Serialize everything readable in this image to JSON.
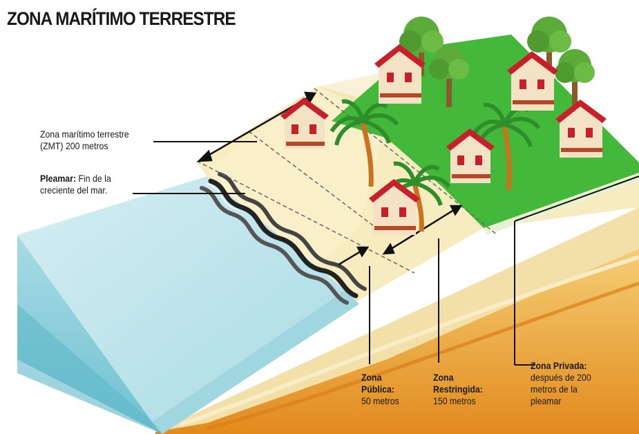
{
  "title": "ZONA MARÍTIMO TERRESTRE",
  "labels": {
    "zmt": {
      "line1": "Zona marítimo terrestre",
      "line2": "(ZMT) 200 metros"
    },
    "pleamar": {
      "term": "Pleamar:",
      "line1_rest": " Fin de la",
      "line2": "creciente del mar."
    },
    "publica": {
      "line1": "Zona",
      "line2": "Pública:",
      "line3": "50 metros"
    },
    "restringida": {
      "line1": "Zona",
      "line2": "Restringida:",
      "line3": "150 metros"
    },
    "privada": {
      "line1": "Zona Privada:",
      "line2": "después de 200",
      "line3": "metros de la",
      "line4": "pleamar"
    }
  },
  "colors": {
    "sea_top": "#bfe3ea",
    "sea_side": "#8ecfdc",
    "sand": "#f7eab8",
    "grass": "#3fb83a",
    "roof": "#c8202a",
    "earth": "#e89a2a"
  }
}
